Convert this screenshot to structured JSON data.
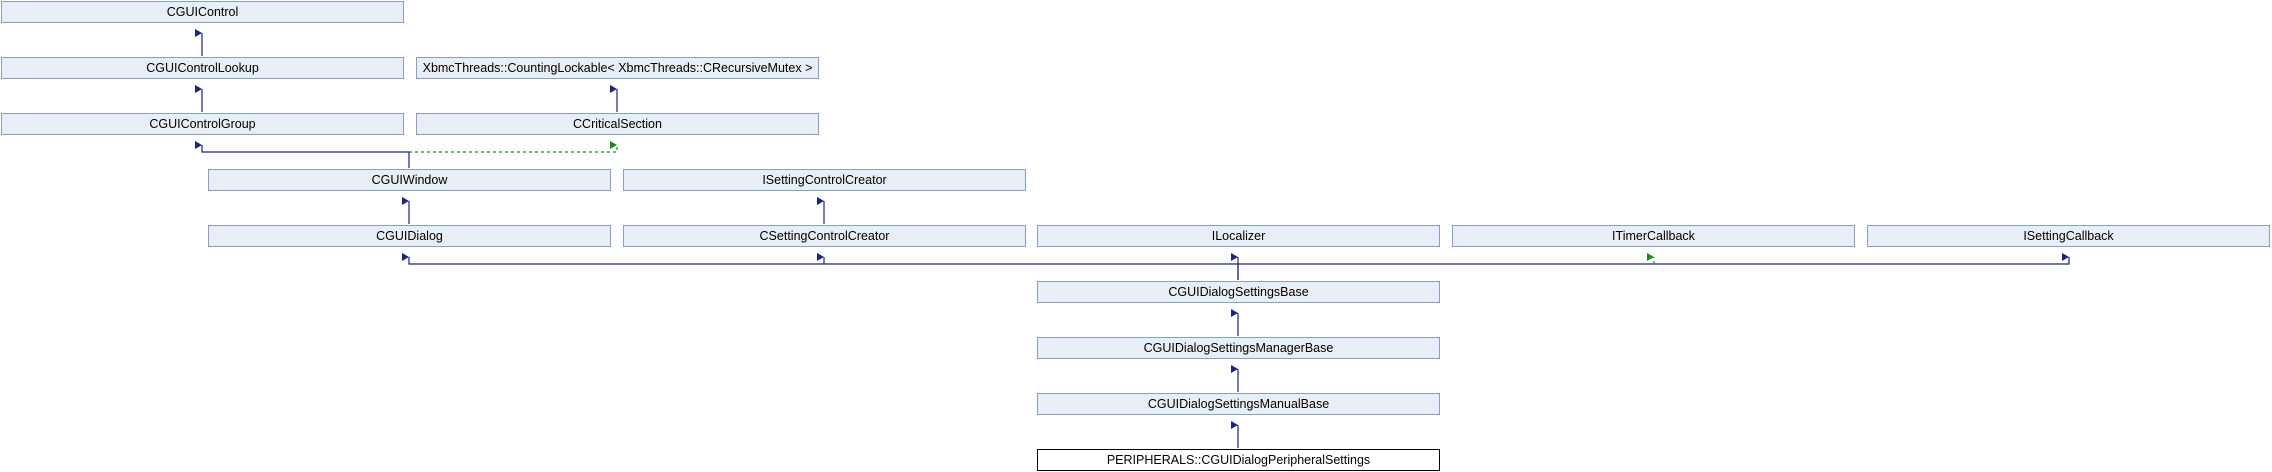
{
  "nodes": {
    "cguicontrol": "CGUIControl",
    "cguicontrollookup": "CGUIControlLookup",
    "countinglockable": "XbmcThreads::CountingLockable< XbmcThreads::CRecursiveMutex >",
    "cguicontrolgroup": "CGUIControlGroup",
    "ccriticalsection": "CCriticalSection",
    "cguiwindow": "CGUIWindow",
    "isettingcontrolcreator": "ISettingControlCreator",
    "cguidialog": "CGUIDialog",
    "csettingcontrolcreator": "CSettingControlCreator",
    "ilocalizer": "ILocalizer",
    "itimercallback": "ITimerCallback",
    "isettingcallback": "ISettingCallback",
    "cguidialogsettingsbase": "CGUIDialogSettingsBase",
    "cguidialogsettingsmanagerbase": "CGUIDialogSettingsManagerBase",
    "cguidialogsettingsmanualbase": "CGUIDialogSettingsManualBase",
    "peripheralsettings": "PERIPHERALS::CGUIDialogPeripheralSettings"
  },
  "colors": {
    "node_fill": "#e8edf6",
    "node_border": "#84a0c4",
    "public_edge": "#1a237e",
    "protected_edge": "#1b8a1b"
  }
}
